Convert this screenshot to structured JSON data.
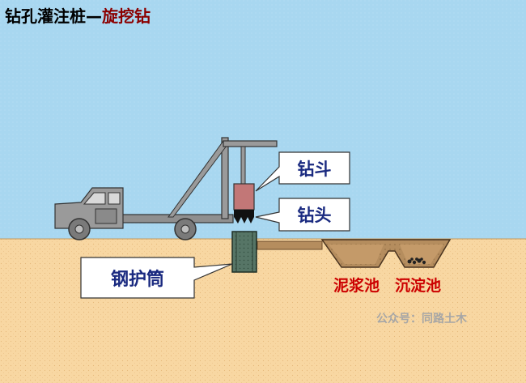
{
  "title": {
    "main": "钻孔灌注桩—",
    "highlight": "旋挖钻"
  },
  "callouts": {
    "bucket": "钻斗",
    "drill_head": "钻头",
    "casing": "钢护筒"
  },
  "pools": {
    "mud": "泥浆池",
    "sediment": "沉淀池"
  },
  "watermark": "公众号：同路土木",
  "colors": {
    "sky": "#a8d7f0",
    "ground": "#f8d7a2",
    "truck": "#8f8f8f",
    "bucket": "#c27777",
    "casing": "#4a6a5a",
    "callout_text": "#1a2a80",
    "pool_text": "#cc0000"
  }
}
